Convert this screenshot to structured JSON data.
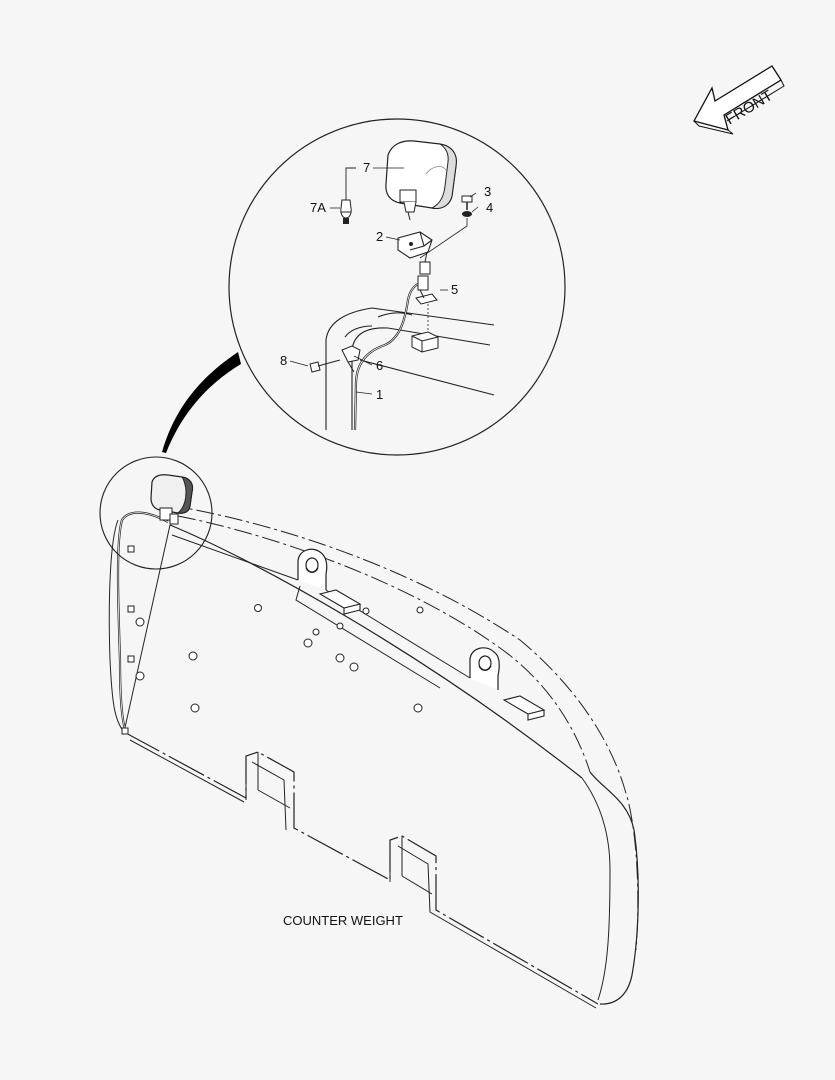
{
  "callouts": {
    "c1": "1",
    "c2": "2",
    "c3": "3",
    "c4": "4",
    "c5": "5",
    "c6": "6",
    "c7": "7",
    "c7a": "7A",
    "c8": "8"
  },
  "direction_arrow_label": "FRONT",
  "caption": "COUNTER WEIGHT"
}
